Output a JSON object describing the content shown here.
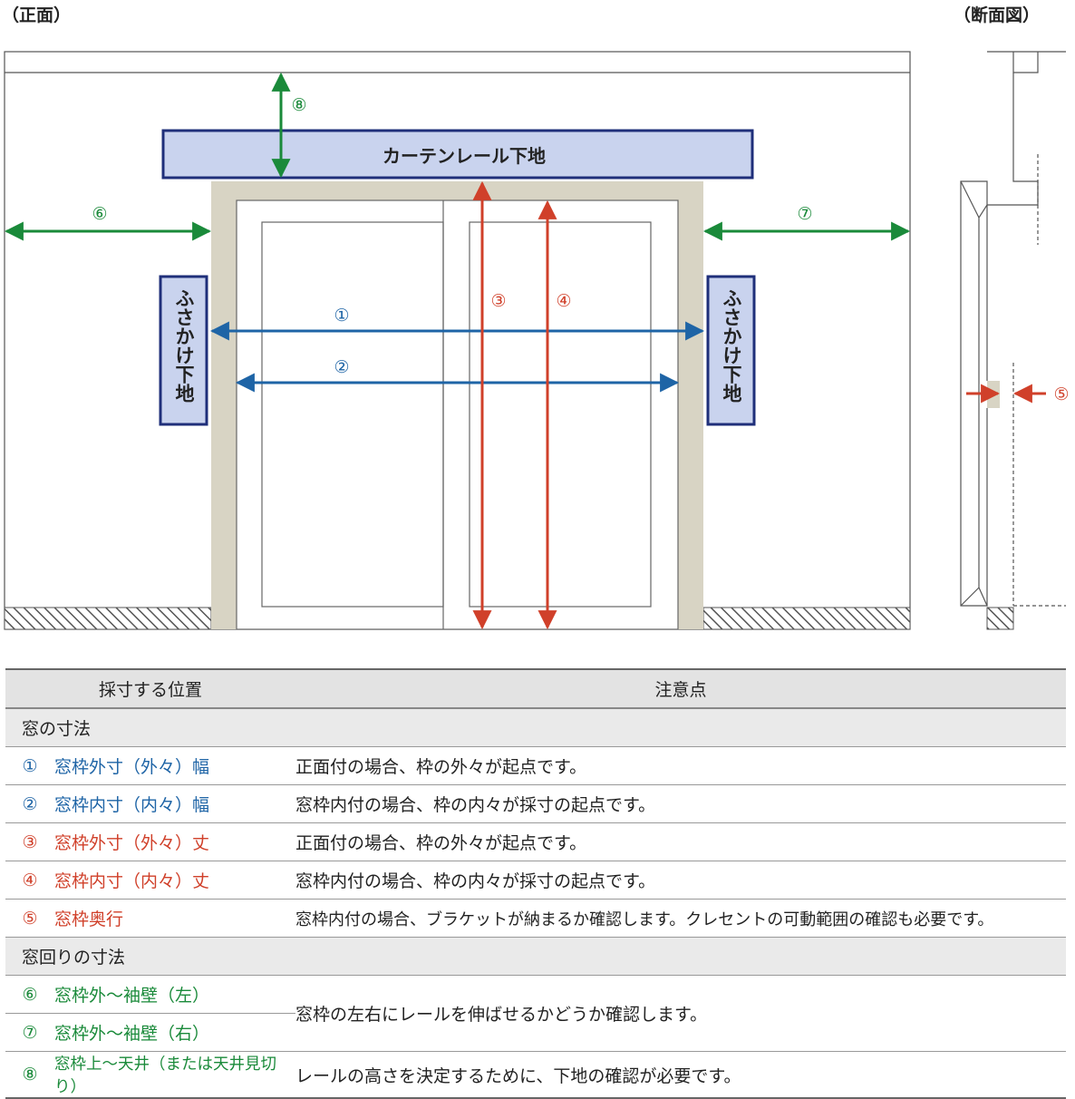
{
  "views": {
    "front_label": "（正面）",
    "section_label": "（断面図）"
  },
  "boxes": {
    "rail_base": "カーテンレール下地",
    "fusakake_left": "ふさかけ下地",
    "fusakake_right": "ふさかけ下地"
  },
  "markers": {
    "m1": "①",
    "m2": "②",
    "m3": "③",
    "m4": "④",
    "m5": "⑤",
    "m6": "⑥",
    "m7": "⑦",
    "m8": "⑧"
  },
  "colors": {
    "blue": "#1e64a6",
    "red": "#d0402a",
    "green": "#1a8a3a",
    "frame": "#d8d4c4",
    "box_fill": "#c9d3ee",
    "box_border": "#1f2f7a"
  },
  "table": {
    "header_position": "採寸する位置",
    "header_notes": "注意点",
    "section1": "窓の寸法",
    "section2": "窓回りの寸法",
    "rows": [
      {
        "no": "①",
        "position": "窓枠外寸（外々）幅",
        "note": "正面付の場合、枠の外々が起点です。",
        "color": "blue"
      },
      {
        "no": "②",
        "position": "窓枠内寸（内々）幅",
        "note": "窓枠内付の場合、枠の内々が採寸の起点です。",
        "color": "blue"
      },
      {
        "no": "③",
        "position": "窓枠外寸（外々）丈",
        "note": "正面付の場合、枠の外々が起点です。",
        "color": "red"
      },
      {
        "no": "④",
        "position": "窓枠内寸（内々）丈",
        "note": "窓枠内付の場合、枠の内々が採寸の起点です。",
        "color": "red"
      },
      {
        "no": "⑤",
        "position": "窓枠奥行",
        "note": "窓枠内付の場合、ブラケットが納まるか確認します。クレセントの可動範囲の確認も必要です。",
        "color": "red"
      },
      {
        "no": "⑥",
        "position": "窓枠外～袖壁（左）",
        "note": "窓枠の左右にレールを伸ばせるかどうか確認します。",
        "color": "green"
      },
      {
        "no": "⑦",
        "position": "窓枠外～袖壁（右）",
        "note": "",
        "color": "green"
      },
      {
        "no": "⑧",
        "position": "窓枠上～天井（または天井見切り）",
        "note": "レールの高さを決定するために、下地の確認が必要です。",
        "color": "green"
      }
    ]
  }
}
